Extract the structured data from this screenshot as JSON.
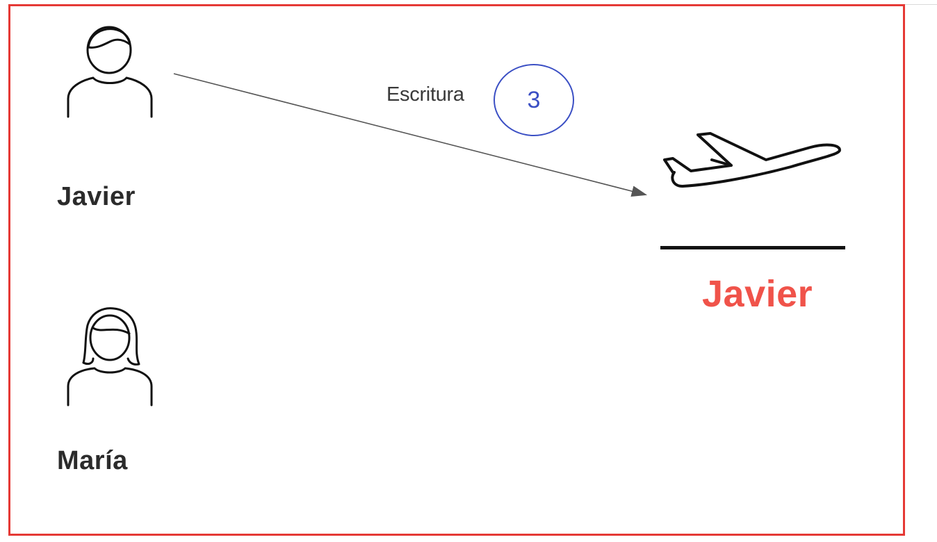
{
  "people": [
    {
      "name": "Javier",
      "icon": "man-user-icon"
    },
    {
      "name": "María",
      "icon": "woman-user-icon"
    }
  ],
  "flow": {
    "label": "Escritura",
    "step": "3"
  },
  "destination": {
    "icon": "airplane-icon",
    "name": "Javier"
  },
  "colors": {
    "frame": "#e53935",
    "step_badge": "#3b4fc4",
    "destination_name": "#f0534a"
  }
}
